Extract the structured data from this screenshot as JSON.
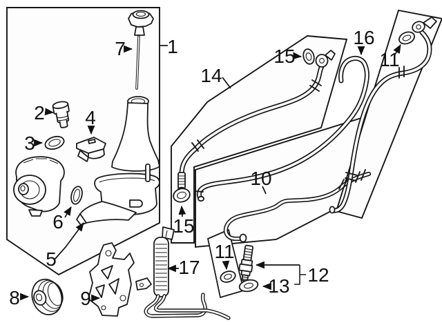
{
  "diagram": {
    "type": "parts-callout-line-art",
    "colors": {
      "background": "#ffffff",
      "line": "#1a1a1a",
      "box_fill": "#fdfdfd",
      "part_fill": "#ffffff",
      "label": "#111111"
    },
    "callouts": {
      "c1": "1",
      "c2": "2",
      "c3": "3",
      "c4": "4",
      "c5": "5",
      "c6": "6",
      "c7": "7",
      "c8": "8",
      "c9": "9",
      "c10": "10",
      "c11_top": "11",
      "c11_bottom": "11",
      "c12": "12",
      "c13": "13",
      "c14": "14",
      "c15_left": "15",
      "c15_top": "15",
      "c16": "16",
      "c17": "17"
    }
  }
}
